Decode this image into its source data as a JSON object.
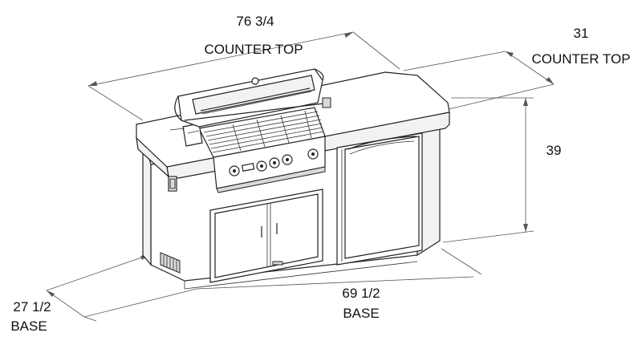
{
  "dimensions": {
    "counter_top_length": {
      "value": "76 3/4",
      "label": "COUNTER TOP"
    },
    "counter_top_depth": {
      "value": "31",
      "label": "COUNTER TOP"
    },
    "height": {
      "value": "39"
    },
    "base_length": {
      "value": "69 1/2",
      "label": "BASE"
    },
    "base_depth": {
      "value": "27 1/2",
      "label": "BASE"
    }
  }
}
